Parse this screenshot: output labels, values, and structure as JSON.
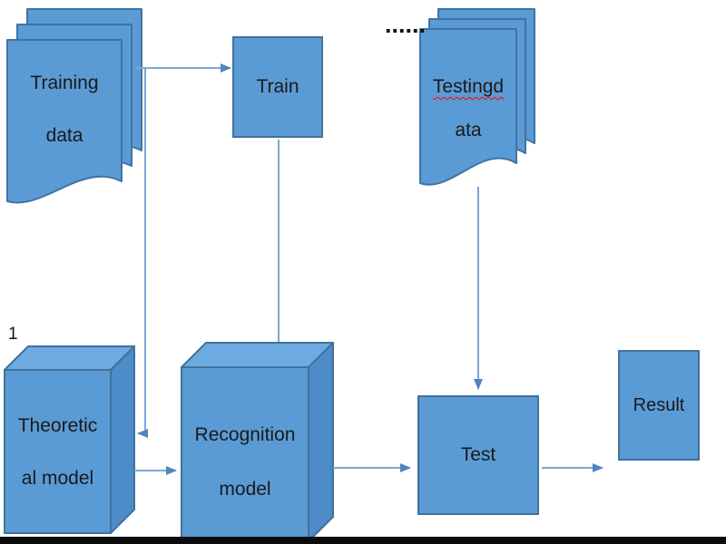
{
  "diagram": {
    "nodes": {
      "training_data": {
        "line1": "Training",
        "line2": "data"
      },
      "train": {
        "label": "Train"
      },
      "testing_data": {
        "line1": "Testingd",
        "line2": "ata"
      },
      "theoretical_model": {
        "line1": "Theoretic",
        "line2": "al model"
      },
      "recognition_model": {
        "line1": "Recognition",
        "line2": "model"
      },
      "test": {
        "label": "Test"
      },
      "result": {
        "label": "Result"
      }
    },
    "annotations": {
      "page_number": "1",
      "dots": "......"
    },
    "colors": {
      "shape_fill": "#5b9bd5",
      "shape_border": "#41719c",
      "cube_top_fill": "#6caae0",
      "cube_side_fill": "#4d8bc9",
      "connector": "#7aa7d9",
      "arrowhead": "#4f86c0",
      "spellcheck_underline": "#ff0000",
      "text": "#1a1a1a",
      "bottom_bar": "#0c0c0c"
    }
  }
}
